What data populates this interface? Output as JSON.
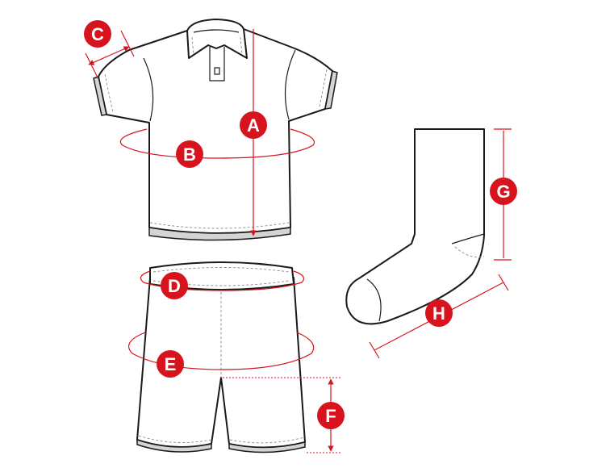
{
  "colors": {
    "accent": "#d7141e",
    "outline": "#1a1a1a",
    "band": "#d4d4d4"
  },
  "labels": {
    "a": "A",
    "b": "B",
    "c": "C",
    "d": "D",
    "e": "E",
    "f": "F",
    "g": "G",
    "h": "H"
  }
}
